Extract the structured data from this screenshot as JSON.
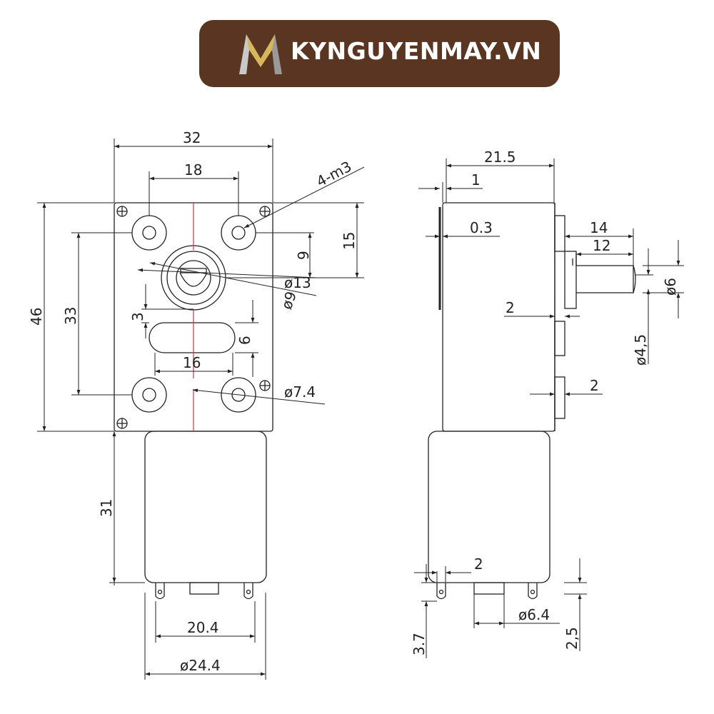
{
  "brand": {
    "name": "KYNGUYENMAY.VN",
    "banner_color": "#5a3521",
    "logo_icon": "m-logo-icon"
  },
  "front_view": {
    "width": "32",
    "hole_spacing_x": "18",
    "mount_thread": "4-m3",
    "height": "46",
    "hole_spacing_y": "33",
    "hole_to_top": "15",
    "shaft_offset": "9",
    "collar_dia": "ø13",
    "shaft_dia": "ø9",
    "slot_offset": "3",
    "slot_height": "6",
    "slot_length": "16",
    "hole_dia": "ø7.4",
    "motor_length": "31",
    "motor_flat": "20.4",
    "motor_dia": "ø24.4"
  },
  "side_view": {
    "depth": "21.5",
    "plate": "1",
    "gap": "0.3",
    "shaft_length": "14",
    "shaft_flat_length": "12",
    "shaft_dia": "ø6",
    "shaft_flat": "ø4,5",
    "boss_top": "2",
    "boss_bottom": "2",
    "terminal_width": "2",
    "terminal_length": "3.7",
    "bearing_dia": "ø6.4",
    "bearing_height": "2,5"
  },
  "colors": {
    "centerline": "#d9303a",
    "line": "#222222"
  }
}
